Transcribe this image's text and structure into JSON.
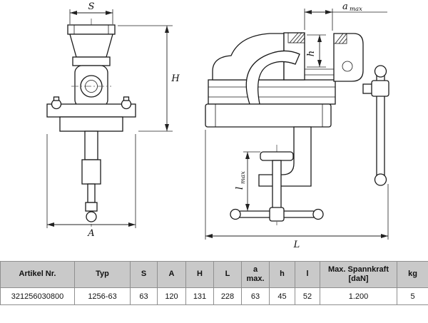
{
  "drawing": {
    "labels": {
      "S": "S",
      "H": "H",
      "A": "A",
      "a": "a",
      "a_sub": "max",
      "h": "h",
      "l": "l",
      "l_sub": "max",
      "L": "L"
    }
  },
  "table": {
    "headers": [
      "Artikel Nr.",
      "Typ",
      "S",
      "A",
      "H",
      "L",
      "a\nmax.",
      "h",
      "l",
      "Max. Spannkraft\n[daN]",
      "kg"
    ],
    "row": [
      "321256030800",
      "1256-63",
      "63",
      "120",
      "131",
      "228",
      "63",
      "45",
      "52",
      "1.200",
      "5"
    ]
  },
  "colors": {
    "line": "#1a1a1a",
    "table_header_bg": "#c9c9c9",
    "table_border": "#8f8f8f"
  }
}
